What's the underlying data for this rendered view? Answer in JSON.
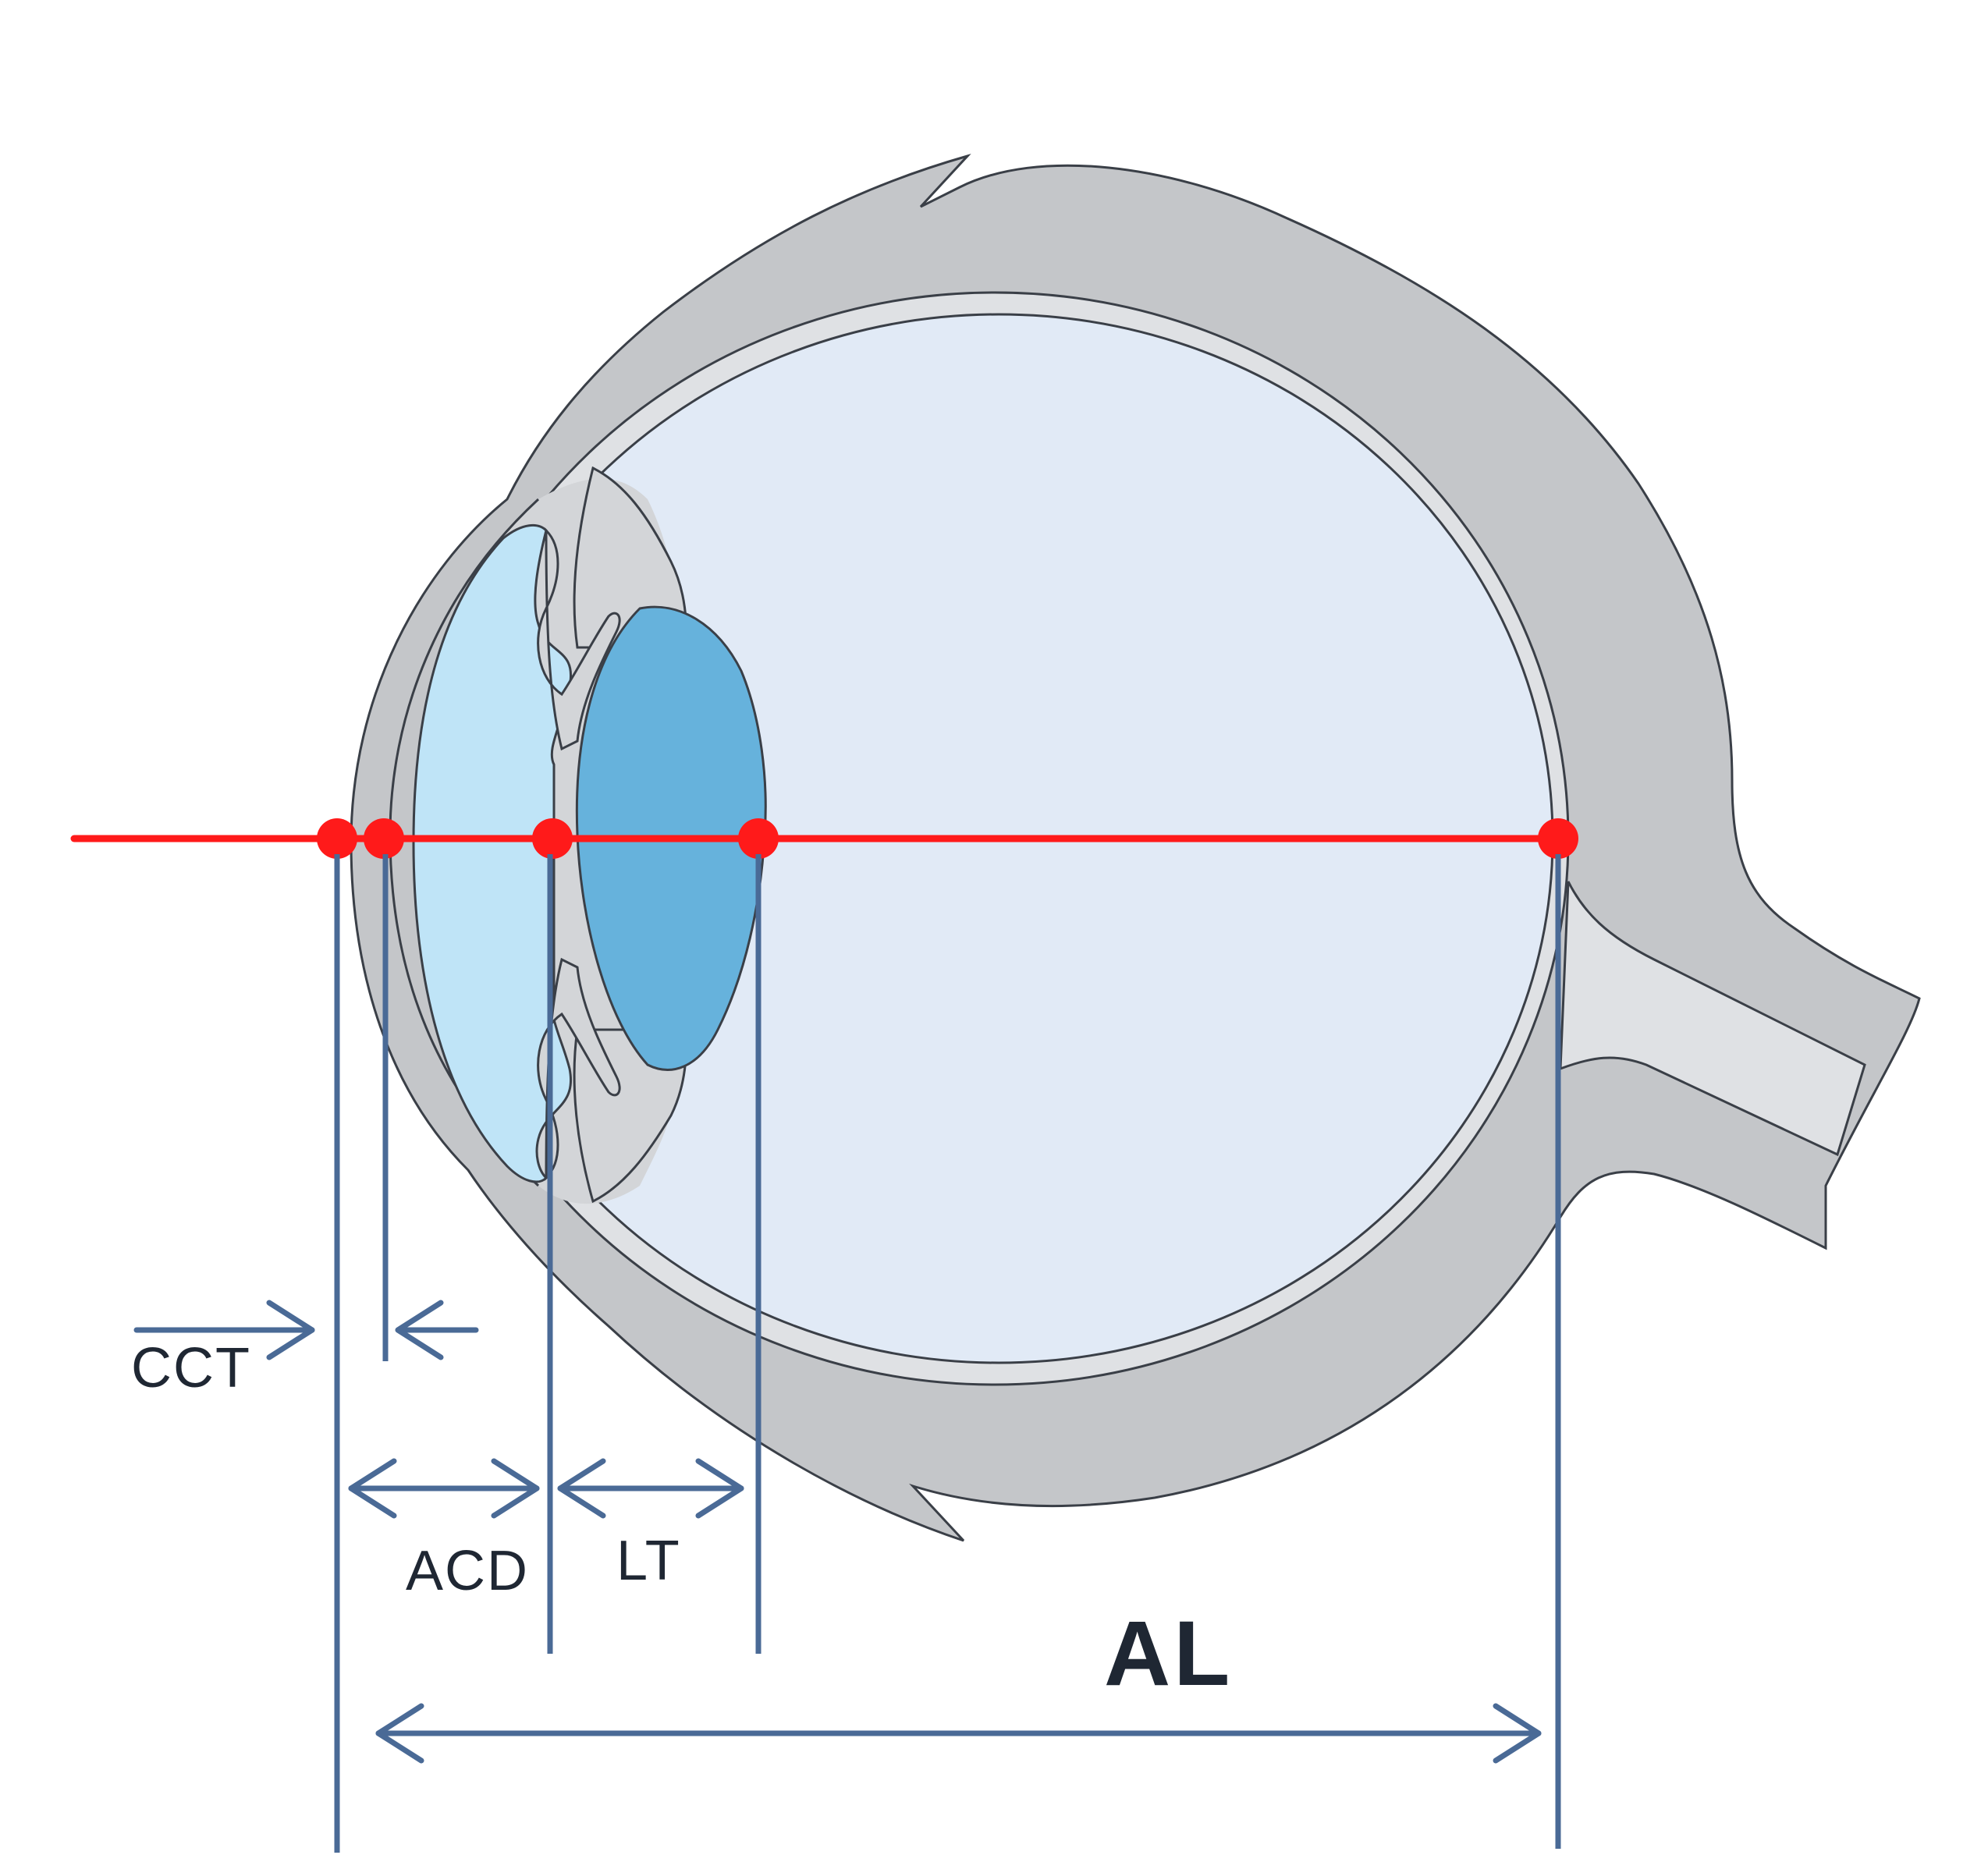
{
  "labels": {
    "cct": "CCT",
    "acd": "ACD",
    "lt": "LT",
    "al": "AL"
  },
  "colors": {
    "background": "#ffffff",
    "sclera_fill": "#c4c6c9",
    "inner_ring_fill": "#dfe1e4",
    "vitreous_fill": "#e1eaf6",
    "anterior_chamber_fill": "#bfe4f7",
    "lens_fill": "#66b2dc",
    "iris_fill": "#d3d5d8",
    "outline": "#3a3f47",
    "optical_axis": "#ff1a1a",
    "measure_line": "#4a6a96",
    "label_text": "#1f2733"
  },
  "icons": {
    "measurement_points": "red-dot"
  }
}
